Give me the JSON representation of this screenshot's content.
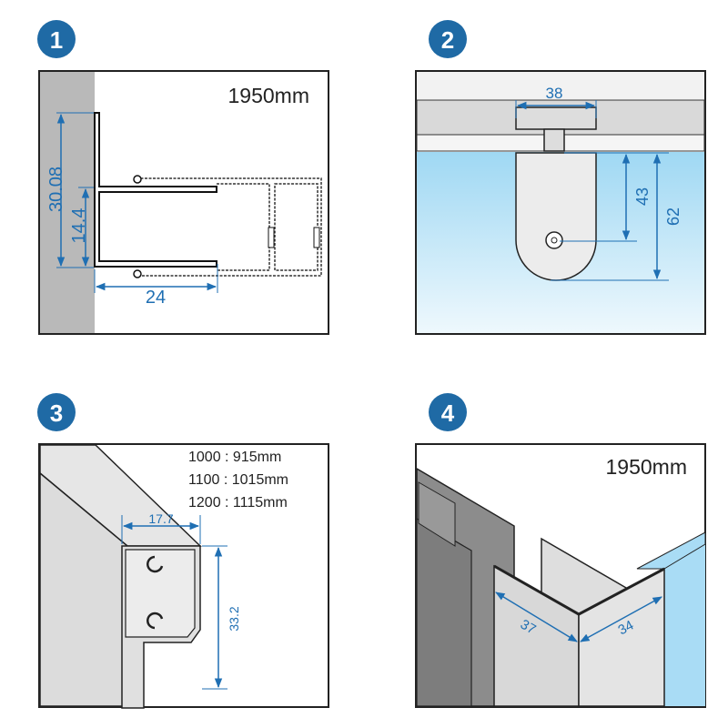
{
  "panels": [
    {
      "number": "1",
      "length_label": "1950mm",
      "dims": [
        "30.08",
        "14.4",
        "24"
      ]
    },
    {
      "number": "2",
      "dims": [
        "38",
        "43",
        "62"
      ]
    },
    {
      "number": "3",
      "size_table": [
        "1000 : 915mm",
        "1100 : 1015mm",
        "1200 : 1115mm"
      ],
      "dims": [
        "17.7",
        "33.2"
      ]
    },
    {
      "number": "4",
      "length_label": "1950mm",
      "dims": [
        "37",
        "34"
      ]
    }
  ],
  "colors": {
    "badge": "#1f6aa5",
    "dimension": "#1f6fb3",
    "glass": "#a9dcf5",
    "wall": "#b9b9b9"
  }
}
